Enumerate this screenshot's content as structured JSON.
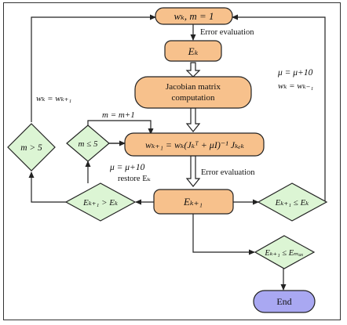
{
  "nodes": {
    "init": {
      "text": "wₖ, m = 1"
    },
    "error_k": {
      "text": "Eₖ"
    },
    "jacobian": {
      "line1": "Jacobian matrix",
      "line2": "computation"
    },
    "update": {
      "text": "wₖ₊₁ = wₖ(Jₖᵀ + μI)⁻¹ Jₖₑₖ"
    },
    "error_k1": {
      "text": "Eₖ₊₁"
    },
    "end": {
      "text": "End"
    }
  },
  "decisions": {
    "m_gt_5": "m > 5",
    "m_le_5": "m ≤ 5",
    "ek1_gt_ek": "Eₖ₊₁ > Eₖ",
    "ek1_le_ek": "Eₖ₊₁ ≤ Eₖ",
    "ek1_le_emax": "Eₖ₊₁ ≤ Eₘₐₓ"
  },
  "labels": {
    "error_eval_1": "Error evaluation",
    "error_eval_2": "Error evaluation",
    "wk_assign_left": "wₖ = wₖ₊₁",
    "m_increment": "m = m+1",
    "mu_inc_mid": "μ = μ+10",
    "restore_ek": "restore Eₖ",
    "mu_inc_right": "μ = μ+10",
    "wk_assign_right": "wₖ = wₖ₋₁"
  },
  "colors": {
    "process_fill": "#f7c18c",
    "decision_fill": "#dcf5d4",
    "end_fill": "#a9a8f2",
    "stroke": "#222222"
  }
}
